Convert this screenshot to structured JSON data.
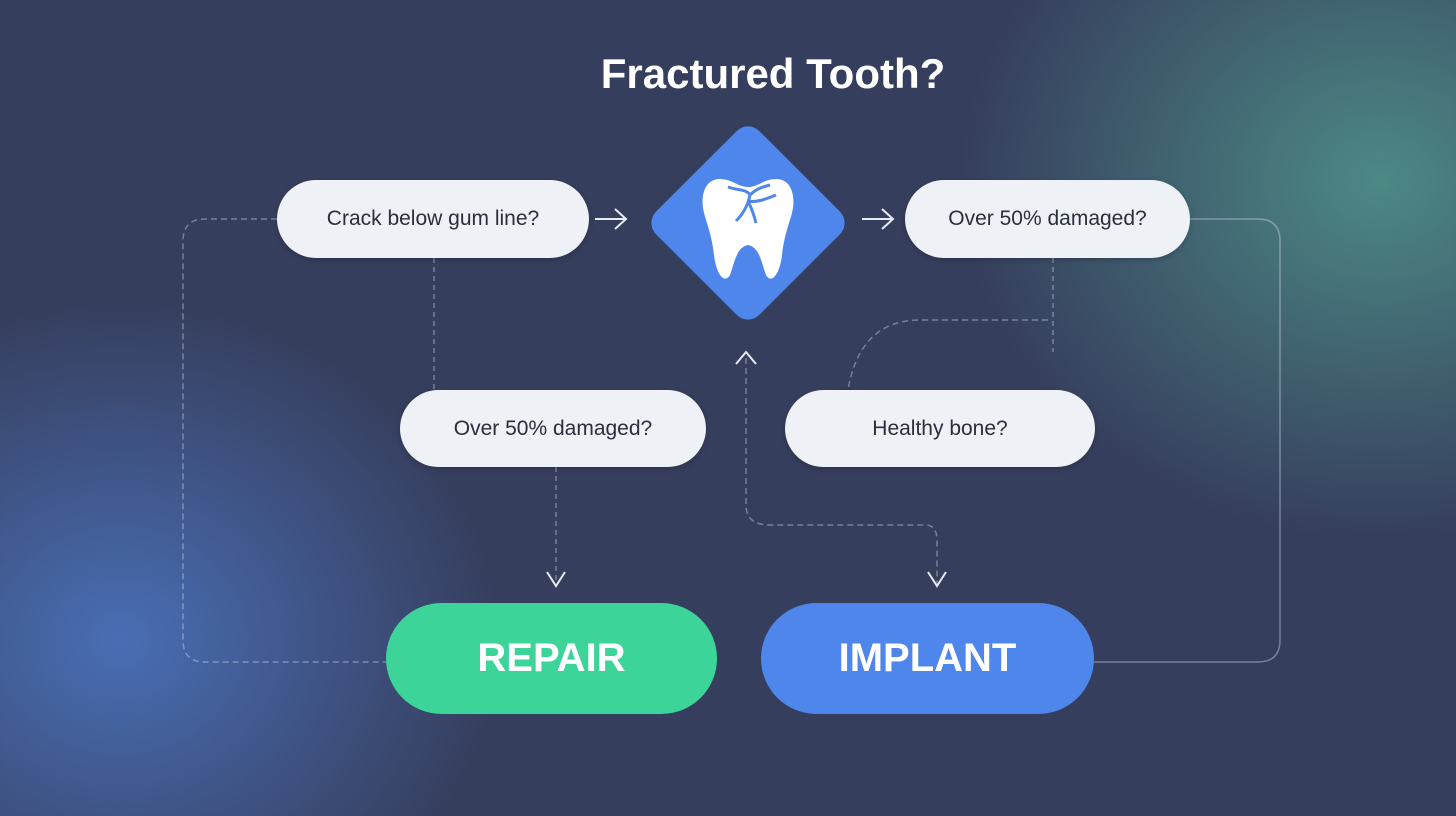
{
  "title": "Fractured Tooth?",
  "nodes": {
    "crack": "Crack below gum line?",
    "damaged_right": "Over 50% damaged?",
    "damaged_left": "Over 50% damaged?",
    "healthy_bone": "Healthy bone?"
  },
  "outcomes": {
    "repair": "REPAIR",
    "implant": "IMPLANT"
  },
  "colors": {
    "repair": "#3dd49a",
    "implant": "#4f86ec",
    "diamond": "#4f86ec"
  },
  "icons": {
    "center": "cracked-tooth-icon"
  }
}
